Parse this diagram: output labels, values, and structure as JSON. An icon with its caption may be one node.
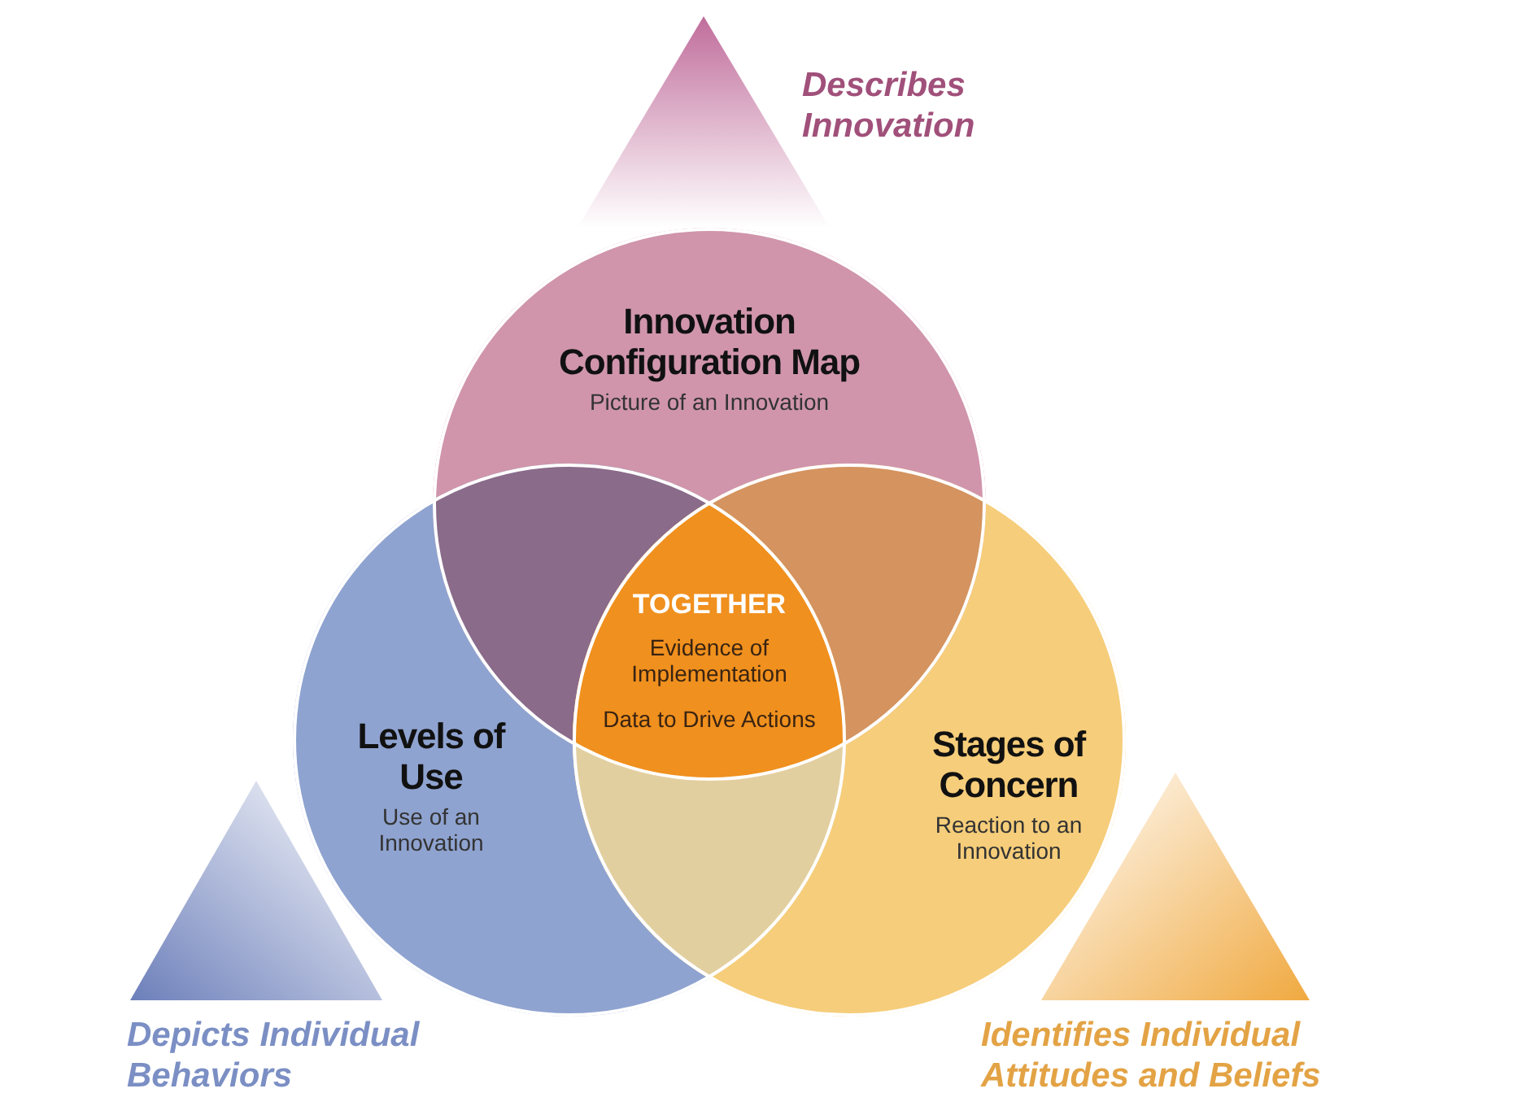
{
  "diagram": {
    "nodes": [
      {
        "text": [],
        "shape": "triangle",
        "beside": [
          "Describes Innovation"
        ]
      },
      {
        "text": [
          "Innovation Configuration Map",
          "Picture of an Innovation"
        ]
      },
      {
        "text": [
          "TOGETHER",
          "Evidence of Implementation",
          "Data to Drive Actions"
        ]
      },
      {
        "text": [
          "Levels of Use",
          "Use of an Innovation"
        ]
      },
      {
        "text": [
          "Stages of Concern",
          "Reaction to an Innovation"
        ]
      },
      {
        "text": [],
        "shape": "triangle",
        "beside": [
          "Depicts Individual Behaviors"
        ]
      },
      {
        "text": [],
        "shape": "triangle",
        "beside": [
          "Identifies Individual Attitudes and Beliefs"
        ]
      }
    ]
  }
}
